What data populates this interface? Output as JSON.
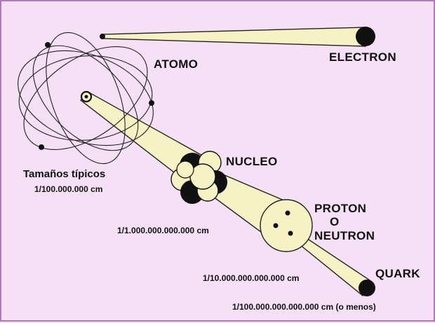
{
  "labels": {
    "electron": "ELECTRON",
    "atomo": "ATOMO",
    "nucleo": "NUCLEO",
    "proton": "PROTON",
    "o": "O",
    "neutron": "NEUTRON",
    "quark": "QUARK",
    "tamanos": "Tamaños típicos"
  },
  "sizes": {
    "atom": "1/100.000.000 cm",
    "nucleus": "1/1.000.000.000.000  cm",
    "proton": "1/10.000.000.000.000 cm",
    "quark": "1/100.000.000.000.000 cm (o menos)"
  },
  "colors": {
    "background": "#f5e0f5",
    "beam": "#f7f2c4",
    "ink": "#111111"
  }
}
